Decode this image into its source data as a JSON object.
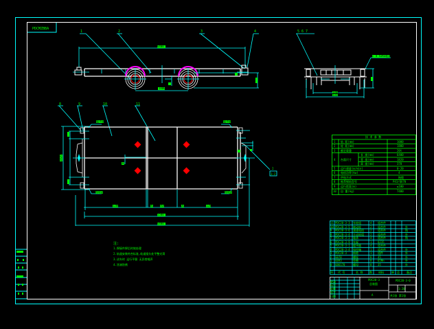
{
  "drawing": {
    "background": "#000000",
    "colors": {
      "frame_outer": "#00ffff",
      "frame_inner": "#ffffff",
      "text": "#00ff00",
      "structure": "#ffffff",
      "dimension": "#00ffff",
      "wheel_top": "#ff00ff",
      "wheel_center": "#ff0000",
      "marker": "#ff0000"
    },
    "title_tag": "PDCMZBBA",
    "front_view": {
      "balloons": [
        "1",
        "2",
        "3",
        "4"
      ],
      "overall_length": "6400",
      "wheelbase": "1800",
      "height_dim": "370",
      "center_mark": "A"
    },
    "side_view": {
      "balloons": "5 6 7",
      "rail_label": "≈ 4 43KG轨道",
      "height_dim": "H",
      "gauge_dim": "1000",
      "width_dim": "1324"
    },
    "plan_view": {
      "balloons": [
        "8",
        "9",
        "10",
        "11"
      ],
      "note_top_left": "缓冲器",
      "note_top_right": "缓冲器",
      "note_bottom_left": "拖缆器",
      "note_bottom_right": "拖缆器",
      "width_dim": "1820",
      "sub_dim_top": "150",
      "sub_dim_bottom": "150",
      "center_mark": "B",
      "dims_bottom": [
        "1200",
        "400",
        "400",
        "300",
        "1200"
      ],
      "span_dim": "5500",
      "overall_dim": "6400",
      "detail_label_top": "I",
      "detail_label_bottom": "1:2"
    },
    "tech_table": {
      "title": "技 术 参 数",
      "rows": [
        {
          "no": "1",
          "name": "轨 距(mm)",
          "value": "1000"
        },
        {
          "no": "2",
          "name": "轮 距(mm)",
          "value": "1800"
        },
        {
          "no": "3",
          "name": "额定载重",
          "value": "20t"
        },
        {
          "no": "4",
          "name": "台面尺寸",
          "sub": [
            {
              "label": "长 度(mm)",
              "value": "6400"
            },
            {
              "label": "宽 度(mm)",
              "value": "1820"
            },
            {
              "label": "高 度(mm)",
              "value": "370"
            }
          ]
        },
        {
          "no": "5",
          "name": "运行速度(m/min)",
          "value": "0-20"
        },
        {
          "no": "6",
          "name": "电机功率(kw)",
          "value": "4"
        },
        {
          "no": "7",
          "name": "供电方式",
          "value": "拖缆"
        },
        {
          "no": "8",
          "name": "推荐钢轨型号",
          "value": "P43/QU70"
        },
        {
          "no": "9",
          "name": "运行距离(m)",
          "value": "≤100"
        },
        {
          "no": "10",
          "name": "自 重(kg)",
          "value": "7400"
        }
      ]
    },
    "parts_list": {
      "rows": [
        {
          "no": "11",
          "code": "PDC20-3-3",
          "name": "车轮组",
          "qty": "4",
          "mat": "组合件",
          "wt": "",
          "note": ""
        },
        {
          "no": "10",
          "code": "PDC20-3-5",
          "name": "被动轮",
          "qty": "2",
          "mat": "组合件",
          "wt": "",
          "note": "外"
        },
        {
          "no": "9",
          "code": "PDC20-3-6",
          "name": "减速电机",
          "qty": "2",
          "mat": "组合件",
          "wt": "",
          "note": "购"
        },
        {
          "no": "8",
          "code": "PDC20-3-4",
          "name": "主动轮组",
          "qty": "2",
          "mat": "组合件",
          "wt": "",
          "note": "外"
        },
        {
          "no": "7",
          "code": "PDC20-3-2",
          "name": "轴承",
          "qty": "4",
          "mat": "组合件",
          "wt": "",
          "note": "购"
        },
        {
          "no": "6",
          "code": "PDC20-3-9",
          "name": "车架",
          "qty": "1",
          "mat": "Q235",
          "wt": "",
          "note": ""
        },
        {
          "no": "5",
          "code": "PDC20-3-1",
          "name": "缓冲器",
          "qty": "4",
          "mat": "组合件",
          "wt": "",
          "note": ""
        },
        {
          "no": "4",
          "code": "PDC20-3-4",
          "name": "电控箱",
          "qty": "1",
          "mat": "组合件",
          "wt": "",
          "note": "外"
        },
        {
          "no": "3",
          "code": "PDC20-3",
          "name": "拖缆",
          "qty": "1",
          "mat": "组件",
          "wt": "",
          "note": "外"
        },
        {
          "no": "2",
          "code": "GB70",
          "name": "螺栓",
          "qty": "8",
          "mat": "45",
          "wt": "",
          "note": "外"
        },
        {
          "no": "1",
          "code": "GB93",
          "name": "垫圈",
          "qty": "8",
          "mat": "65Mn",
          "wt": "",
          "note": "外"
        },
        {
          "no": "0",
          "code": "GB6170",
          "name": "螺母",
          "qty": "8",
          "mat": "35",
          "wt": "",
          "note": "外"
        }
      ],
      "header": [
        "序",
        "代 号",
        "名 称",
        "数",
        "材料",
        "单",
        "总",
        "备注"
      ]
    },
    "title_block": {
      "drawing_name": "PDC20-3",
      "drawing_subname": "总装图",
      "drawing_no": "PDC20-3-0",
      "scale": "1:20",
      "sheet": "共1张 第1张",
      "company": "A"
    },
    "notes": {
      "heading": "注:",
      "items": [
        "1.焊接件焊后时效处理",
        "2.轨道安装符合标准,轨道接头处平整光滑",
        "3.试车时 运行平稳 无异常噪声",
        "4.涂漆防锈"
      ]
    },
    "revision_block": {
      "rows": [
        "更改",
        "标记",
        "处数",
        "签字",
        "日期"
      ]
    }
  }
}
